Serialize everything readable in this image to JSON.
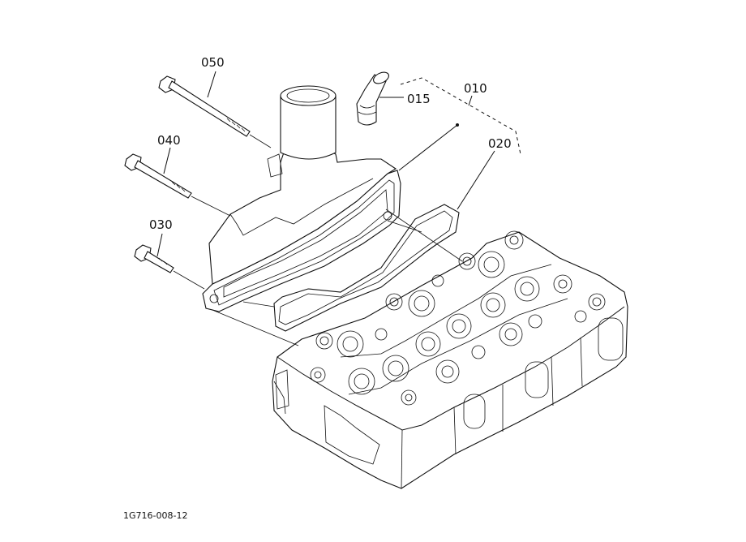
{
  "callouts": {
    "c050": "050",
    "c040": "040",
    "c030": "030",
    "c015": "015",
    "c010": "010",
    "c020": "020"
  },
  "drawing_code": "1G716-008-12"
}
